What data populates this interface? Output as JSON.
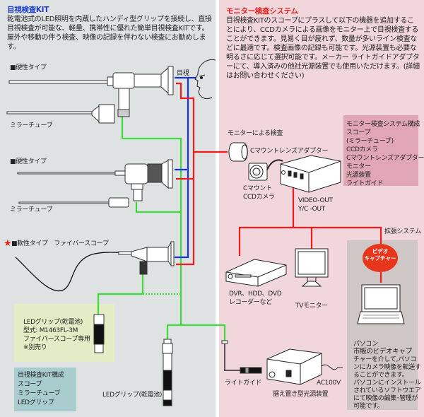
{
  "kit_section": {
    "title": "目視検査KIT",
    "description": "乾電池式のLED照明を内蔵したハンディ型グリップを接続し、直接目視検査が可能な、軽量、携帯性に優れた簡単目視検査KITです。屋外や移動の伴う検査、映像の記録を伴わない検査にお勧めします。",
    "items": [
      {
        "label": "■硬性タイプ"
      },
      {
        "label": "ミラーチューブ"
      },
      {
        "label": "■硬性タイプ"
      },
      {
        "label": "ミラーチューブ"
      },
      {
        "label": "■軟性タイプ　ファイバースコープ",
        "marker": "★"
      }
    ],
    "eye_label": "目視",
    "led_grip_note": [
      "LEDグリップ(乾電池)",
      "型式: M1463FL-3M",
      "ファイバースコープ専用",
      "※別売り"
    ],
    "led_grip_label": "LEDグリップ(乾電池)",
    "kit_components": [
      "目視検査KIT構成",
      "スコープ",
      "ミラーチューブ",
      "LEDグリップ"
    ]
  },
  "monitor_section": {
    "title": "モニター検査システム",
    "description": "目視検査KITのスコープにプラスして以下の機器を追加することにより、CCDカメラによる画像をモニター上で目視検査することができます。見易く目が疲れず、数量が多いライン検査などに最適です。検査画像の記録も可能です。光源装置も必要な明るさに応じて選択可能です。メーカー ライトガイドアダプターにて、導入済みの他社光源装置でも使用いただけます。(詳細はお問い合わせください)",
    "monitor_inspection_label": "モニターによる検査",
    "lens_adapter_label": "Cマウントレンズアダプター",
    "ccd_camera_label": [
      "Cマウント",
      "CCDカメラ"
    ],
    "video_out_label": [
      "VIDEO-OUT",
      "Y/C -OUT"
    ],
    "system_components": [
      "モニター検査システム構成",
      "スコープ",
      "(ミラーチューブ)",
      "CCDカメラ",
      "Cマウントレンズアダプター",
      "モニター",
      "光源装置",
      "ライトガイド"
    ],
    "expansion_label": "拡張システム",
    "capture_badge": [
      "ビデオ",
      "キャプチャー"
    ],
    "dvr_label": [
      "DVR、HDD、DVD",
      "レコーダーなど"
    ],
    "tv_label": "TVモニター",
    "pc_title": "パソコン",
    "pc_desc": [
      "市販のビデオキャプ",
      "チャーを介して,パソコ",
      "ンにカメラ映像を転送す",
      "ることができます。",
      "パソコンにインストール",
      "されているソフトウエア",
      "にて映像の編集･管理が",
      "可能です。"
    ],
    "light_guide_label": "ライトガイド",
    "light_source_label": "据え置き型光源装置",
    "power_label": "AC100V"
  },
  "colors": {
    "left_bg": "#dfe2e3",
    "right_bg": "#f1d7dc",
    "line_green": "#3ddc3a",
    "line_blue": "#1533e0",
    "line_red": "#ee1c1c",
    "title_blue": "#1f3fd0",
    "title_red": "#e8211c"
  }
}
